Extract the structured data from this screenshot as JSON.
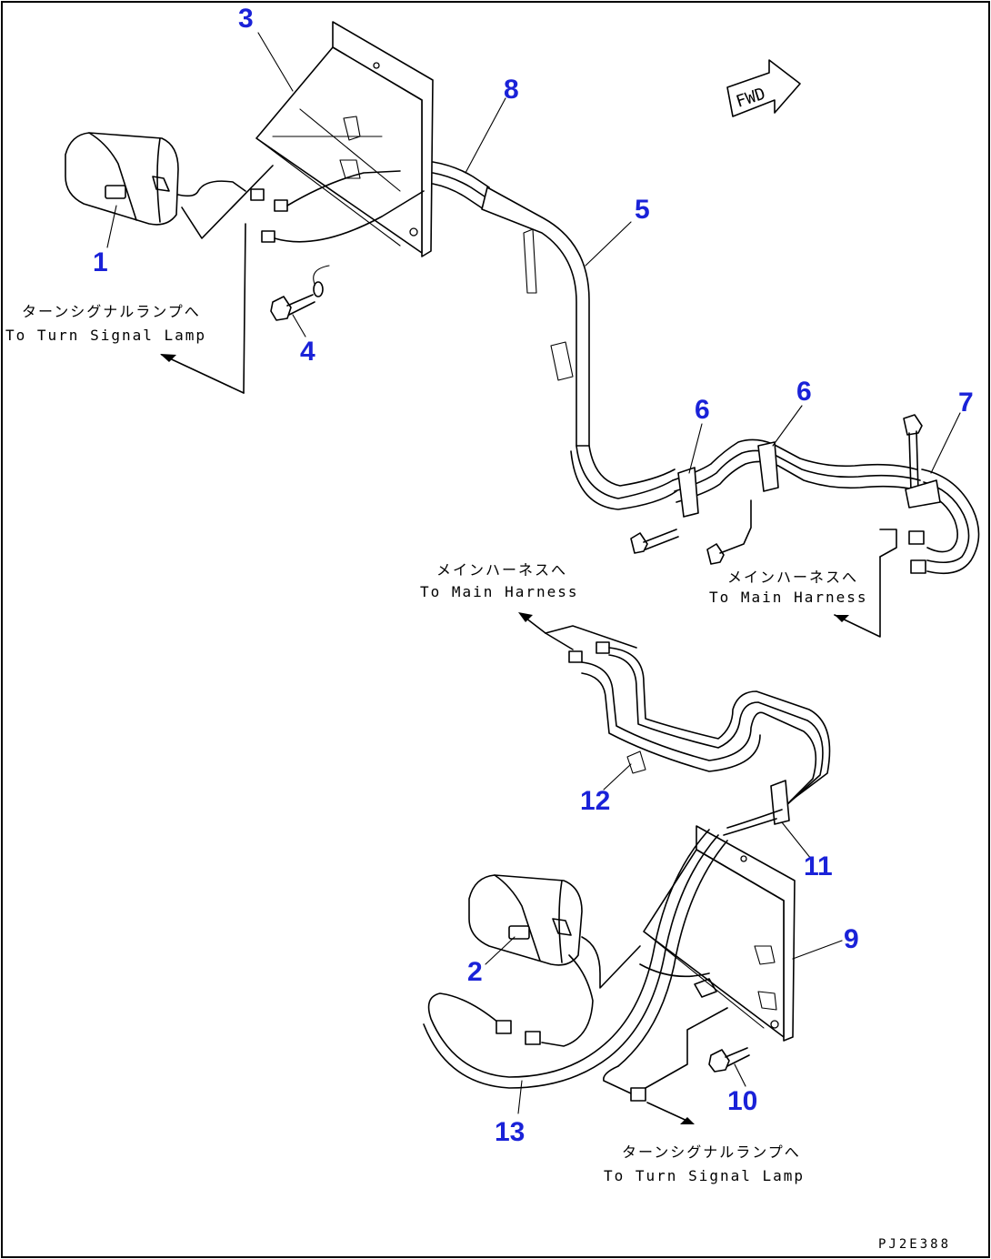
{
  "callouts": [
    "1",
    "2",
    "3",
    "4",
    "5",
    "6",
    "6",
    "7",
    "8",
    "9",
    "10",
    "11",
    "12",
    "13"
  ],
  "notes": {
    "turn_signal_top_jp": "ターンシグナルランプへ",
    "turn_signal_top_en": "To Turn Signal Lamp",
    "main_harness_left_jp": "メインハーネスへ",
    "main_harness_left_en": "To Main Harness",
    "main_harness_right_jp": "メインハーネスへ",
    "main_harness_right_en": "To Main Harness",
    "turn_signal_bottom_jp": "ターンシグナルランプへ",
    "turn_signal_bottom_en": "To Turn Signal Lamp"
  },
  "direction_marker": "FWD",
  "drawing_code": "PJ2E388"
}
